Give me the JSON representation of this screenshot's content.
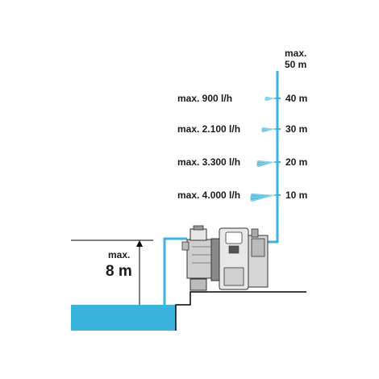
{
  "colors": {
    "water": "#3ab3dd",
    "pipe": "#3ab3dd",
    "pump_body": "#d9d9d9",
    "pump_dark": "#444444",
    "ground": "#000000"
  },
  "top_label": {
    "line1": "max.",
    "line2": "50 m"
  },
  "outlets": [
    {
      "flow": "max. 900 l/h",
      "height": "40 m"
    },
    {
      "flow": "max. 2.100 l/h",
      "height": "30 m"
    },
    {
      "flow": "max. 3.300 l/h",
      "height": "20 m"
    },
    {
      "flow": "max. 4.000 l/h",
      "height": "10 m"
    }
  ],
  "suction": {
    "line1": "max.",
    "line2": "8 m"
  },
  "icons": [
    "pump-icon",
    "water-spray-icon"
  ]
}
